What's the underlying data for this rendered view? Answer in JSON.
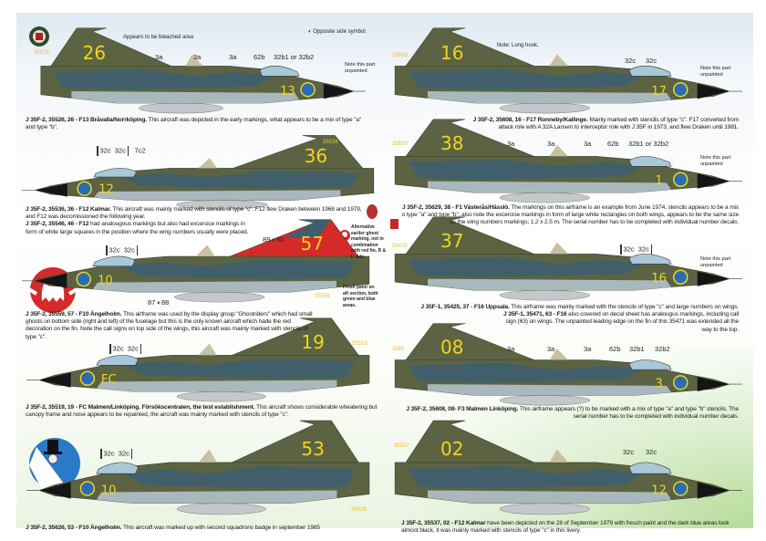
{
  "colors": {
    "olive": "#5b6343",
    "blue": "#3d5e70",
    "belly": "#a9b8bd",
    "yellow": "#f2d41e",
    "roundel": "#2a6db5",
    "red": "#d42a2a"
  },
  "legend": {
    "opposite_side": "◐ Opposite side symbol."
  },
  "left": [
    {
      "fin_number": "26",
      "nose_number": "13",
      "serial": "35526",
      "title": "J 35F-2, 35526, 26 - F13 Bråvalla/Norrköping.",
      "text": " This aircraft was depicted  in the early markings, what appears to be a mix of type \"a\" and type \"b\".",
      "notes": {
        "bleached": "Appears to be bleached area",
        "unpainted": "Note this part unpainted"
      },
      "stencils": [
        "3a",
        "3a",
        "3a",
        "62b",
        "32b1 or 32b2"
      ]
    },
    {
      "fin_number": "36",
      "nose_number": "12",
      "serial": "35536",
      "title": "J 35F-2, 35536, 36 - F12 Kalmar.",
      "text": " This aircraft was mainly marked with stencils of type \"c\". F12 flew Draken between 1968 and 1979, and F12 was decomissioned the following year.",
      "title2": "J 35F-2, 35546, 46 - F12",
      "text2": " had analougous markings but also had excersice markings in form of white large squares in the position where the wing numbers usually were placed.",
      "stencils": [
        "32c",
        "32c",
        "7c2"
      ]
    },
    {
      "fin_number": "57",
      "nose_number": "10",
      "serial": "35559",
      "title": "J 35F-2, 35559, 57 - F10 Ängelholm.",
      "text": " This airframe was used by the display group \"Ghostriders\" which had small ghosts on bottom side (right and left) of the fuselage but this is the only known aircraft which hade the red decoration on the fin. Note the call signs on top side of the wings, this aircraft was mainly marked with stencils of type \"c\".",
      "notes": {
        "alternative": "Alternative earlier ghost marking, not in combination with red fin, R & L side.",
        "fresh_paint": "Fresh paint on aft section, both green and blue areas."
      },
      "callsigns": [
        "89 ◐90",
        "87 ◐88"
      ],
      "stencils": [
        "32c",
        "32c"
      ]
    },
    {
      "fin_number": "19",
      "nose_number": "FC",
      "serial": "35519",
      "title": "J 35F-2, 35519, 19 - FC Malmen/Linköping. Försökscentralen, the test establishment.",
      "text": " This aircraft shows considerable wheatering but canopy frame and nose appears to be repainted, the aircraft was mainly marked with stencils of type \"c\".",
      "stencils": [
        "32c",
        "32c"
      ]
    },
    {
      "fin_number": "53",
      "nose_number": "10",
      "serial": "35626",
      "title": "J 35F-2, 35626, 53 - F10 Ängelholm.",
      "text": " This aircraft was marked up with second squadrons badge in september 1985",
      "stencils": [
        "32c",
        "32c"
      ]
    }
  ],
  "right": [
    {
      "fin_number": "16",
      "nose_number": "17",
      "serial": "35608",
      "title": "J 35F-2, 35608, 16 - F17 Ronneby/Kallinge.",
      "text": " Mainly marked with stencils of type \"c\". F17 converted from attack role with A 32A Lansen to interceptor role with J 35F in 1973, and flew Draken until 1981.",
      "notes": {
        "hook": "Note: Long hook.",
        "unpainted": "Note this part unpainted"
      },
      "stencils": [
        "32c",
        "32c"
      ]
    },
    {
      "fin_number": "38",
      "nose_number": "1",
      "serial": "35629",
      "title": "J 35F-2, 35629, 38 - F1 Västerås/Hässlö.",
      "text": " The markings on this airframe is an example from June 1974, stencils appears to be a mix o type \"a\" and type \"b\", also note the excercise markings in form of large white rectangles on both wings, appears to be the same size as the wing numbers markings; 1.2 x 2.5 m. The serial number has to be completed with individual number decals.",
      "notes": {
        "unpainted": "Note this part unpainted"
      },
      "stencils": [
        "3a",
        "3a",
        "3a",
        "62b",
        "32b1 or 32b2"
      ]
    },
    {
      "fin_number": "37",
      "nose_number": "16",
      "serial": "35425",
      "title": "J 35F-1, 35425, 37 - F16 Uppsala.",
      "text": " This airframe was mainly marked with the stencils of type \"c\" and large numbers on wings.",
      "title2": "J 35F-1, 35471, 63 - F16",
      "text2": " also covered on decal sheet has analougus markings, including call sign (63) on wings. The unpainted leading edge on the fin of this 35471 was extended all the way to the top.",
      "notes": {
        "unpainted": "Note this part unpainted"
      },
      "stencils": [
        "32c",
        "32c"
      ]
    },
    {
      "fin_number": "08",
      "nose_number": "3",
      "serial": "3560",
      "title": "J 35F-2, 35608, 08- F3 Malmen Linköping.",
      "text": " This airframe appears (?) to be marked with a mix of type \"a\" and type \"b\" stencils. The serial number has to be completed with individual number decals.",
      "stencils": [
        "3a",
        "3a",
        "3a",
        "62b",
        "32b1",
        "32b2"
      ]
    },
    {
      "fin_number": "02",
      "nose_number": "12",
      "serial": "35537",
      "title": "J 35F-2, 35537, 02 -  F12 Kalmar",
      "text": " have been depicted on the 28 of September 1979 with fresch paint and the dark blue areas look almost black, it was mainly marked with stencils of type \"c\" in this livery.",
      "stencils": [
        "32c",
        "32c"
      ]
    }
  ]
}
